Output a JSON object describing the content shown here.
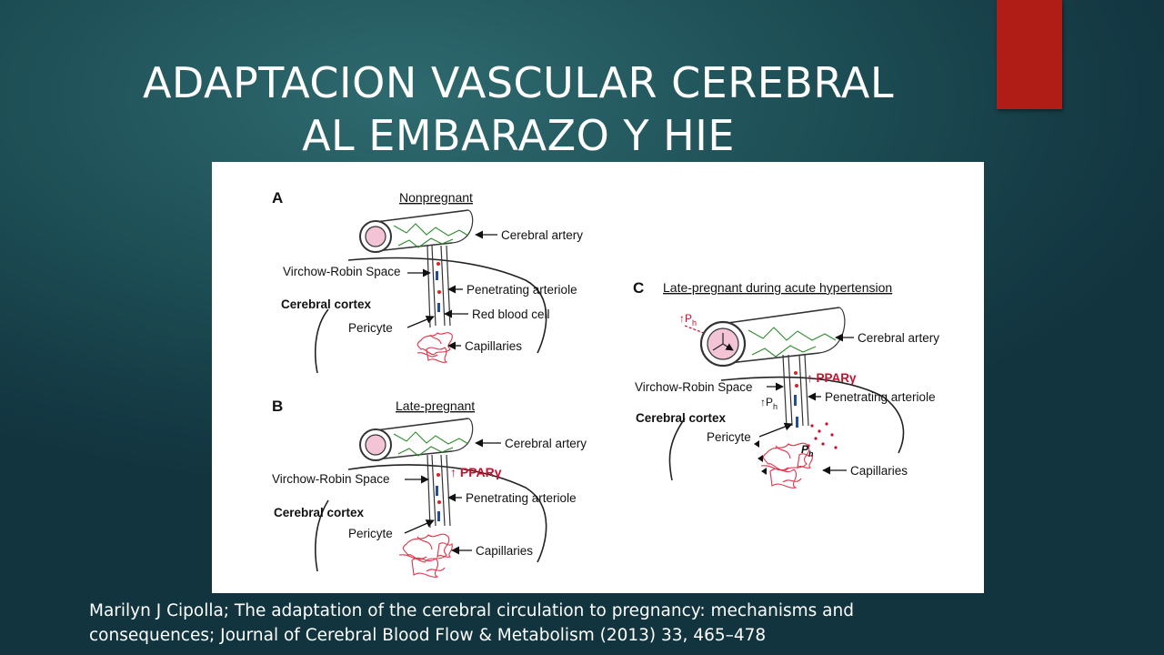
{
  "slide": {
    "title_line1": "ADAPTACION VASCULAR CEREBRAL",
    "title_line2": "AL EMBARAZO Y HIE",
    "citation_line1": "Marilyn J Cipolla; The adaptation of the cerebral circulation to pregnancy: mechanisms and",
    "citation_line2": "consequences; Journal of Cerebral Blood Flow & Metabolism (2013) 33, 465–478"
  },
  "colors": {
    "background": "#1f5258",
    "accent": "#b01d17",
    "artery_lumen": "#f3c3d6",
    "microvessel": "#2e8b2e",
    "capillary": "#e0334a",
    "ppar": "#c8102e"
  },
  "figure": {
    "panel_a": {
      "letter": "A",
      "heading": "Nonpregnant",
      "cerebral_artery": "Cerebral artery",
      "virchow": "Virchow-Robin Space",
      "penetrating": "Penetrating arteriole",
      "cortex": "Cerebral cortex",
      "red_cell": "Red blood cell",
      "pericyte": "Pericyte",
      "capillaries": "Capillaries"
    },
    "panel_b": {
      "letter": "B",
      "heading": "Late-pregnant",
      "cerebral_artery": "Cerebral artery",
      "ppar": "↑ PPARγ",
      "virchow": "Virchow-Robin Space",
      "penetrating": "Penetrating arteriole",
      "cortex": "Cerebral cortex",
      "pericyte": "Pericyte",
      "capillaries": "Capillaries"
    },
    "panel_c": {
      "letter": "C",
      "heading": "Late-pregnant during acute hypertension",
      "ph_arrow": "↑P",
      "ph_sub": "h",
      "cerebral_artery": "Cerebral artery",
      "ppar": "↑ PPARγ",
      "virchow": "Virchow-Robin Space",
      "ph2_arrow": "↑P",
      "ph2_sub": "h",
      "penetrating": "Penetrating arteriole",
      "cortex": "Cerebral cortex",
      "pericyte": "Pericyte",
      "ph3": "P",
      "ph3_sub": "h",
      "capillaries": "Capillaries"
    }
  }
}
